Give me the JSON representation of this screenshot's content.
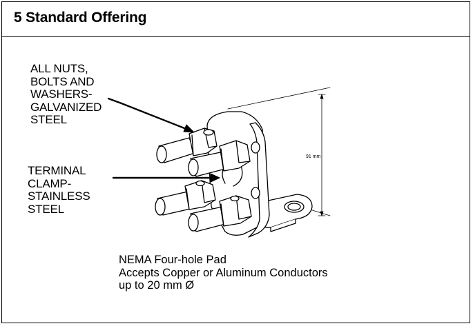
{
  "section": {
    "title": "5 Standard Offering"
  },
  "callouts": {
    "nuts_bolts": [
      "ALL NUTS,",
      "BOLTS AND",
      "WASHERS-",
      "GALVANIZED",
      "STEEL"
    ],
    "terminal_clamp": [
      "TERMINAL",
      "CLAMP-",
      "STAINLESS",
      "STEEL"
    ]
  },
  "dimension": {
    "height_label": "91 mm"
  },
  "caption": {
    "lines": [
      "NEMA Four-hole Pad",
      "Accepts Copper or Aluminum Conductors",
      "up to 20 mm Ø"
    ]
  }
}
